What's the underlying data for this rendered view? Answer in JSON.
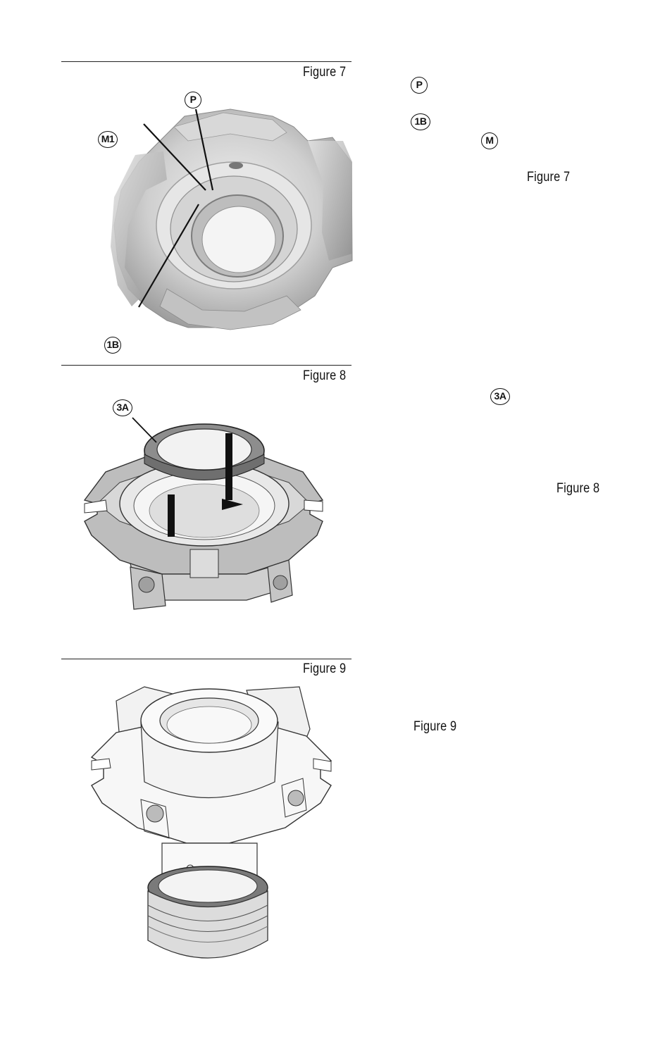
{
  "figures": {
    "fig7": {
      "label": "Figure 7",
      "callouts": {
        "p": "P",
        "m1": "M1",
        "b1": "1B"
      }
    },
    "fig8": {
      "label": "Figure 8",
      "callouts": {
        "a3": "3A"
      }
    },
    "fig9": {
      "label": "Figure 9"
    }
  },
  "text_column": {
    "callout_p": "P",
    "callout_1b": "1B",
    "callout_m": "M",
    "ref_fig7": "Figure 7",
    "callout_3a": "3A",
    "ref_fig8": "Figure 8",
    "ref_fig9": "Figure 9"
  }
}
